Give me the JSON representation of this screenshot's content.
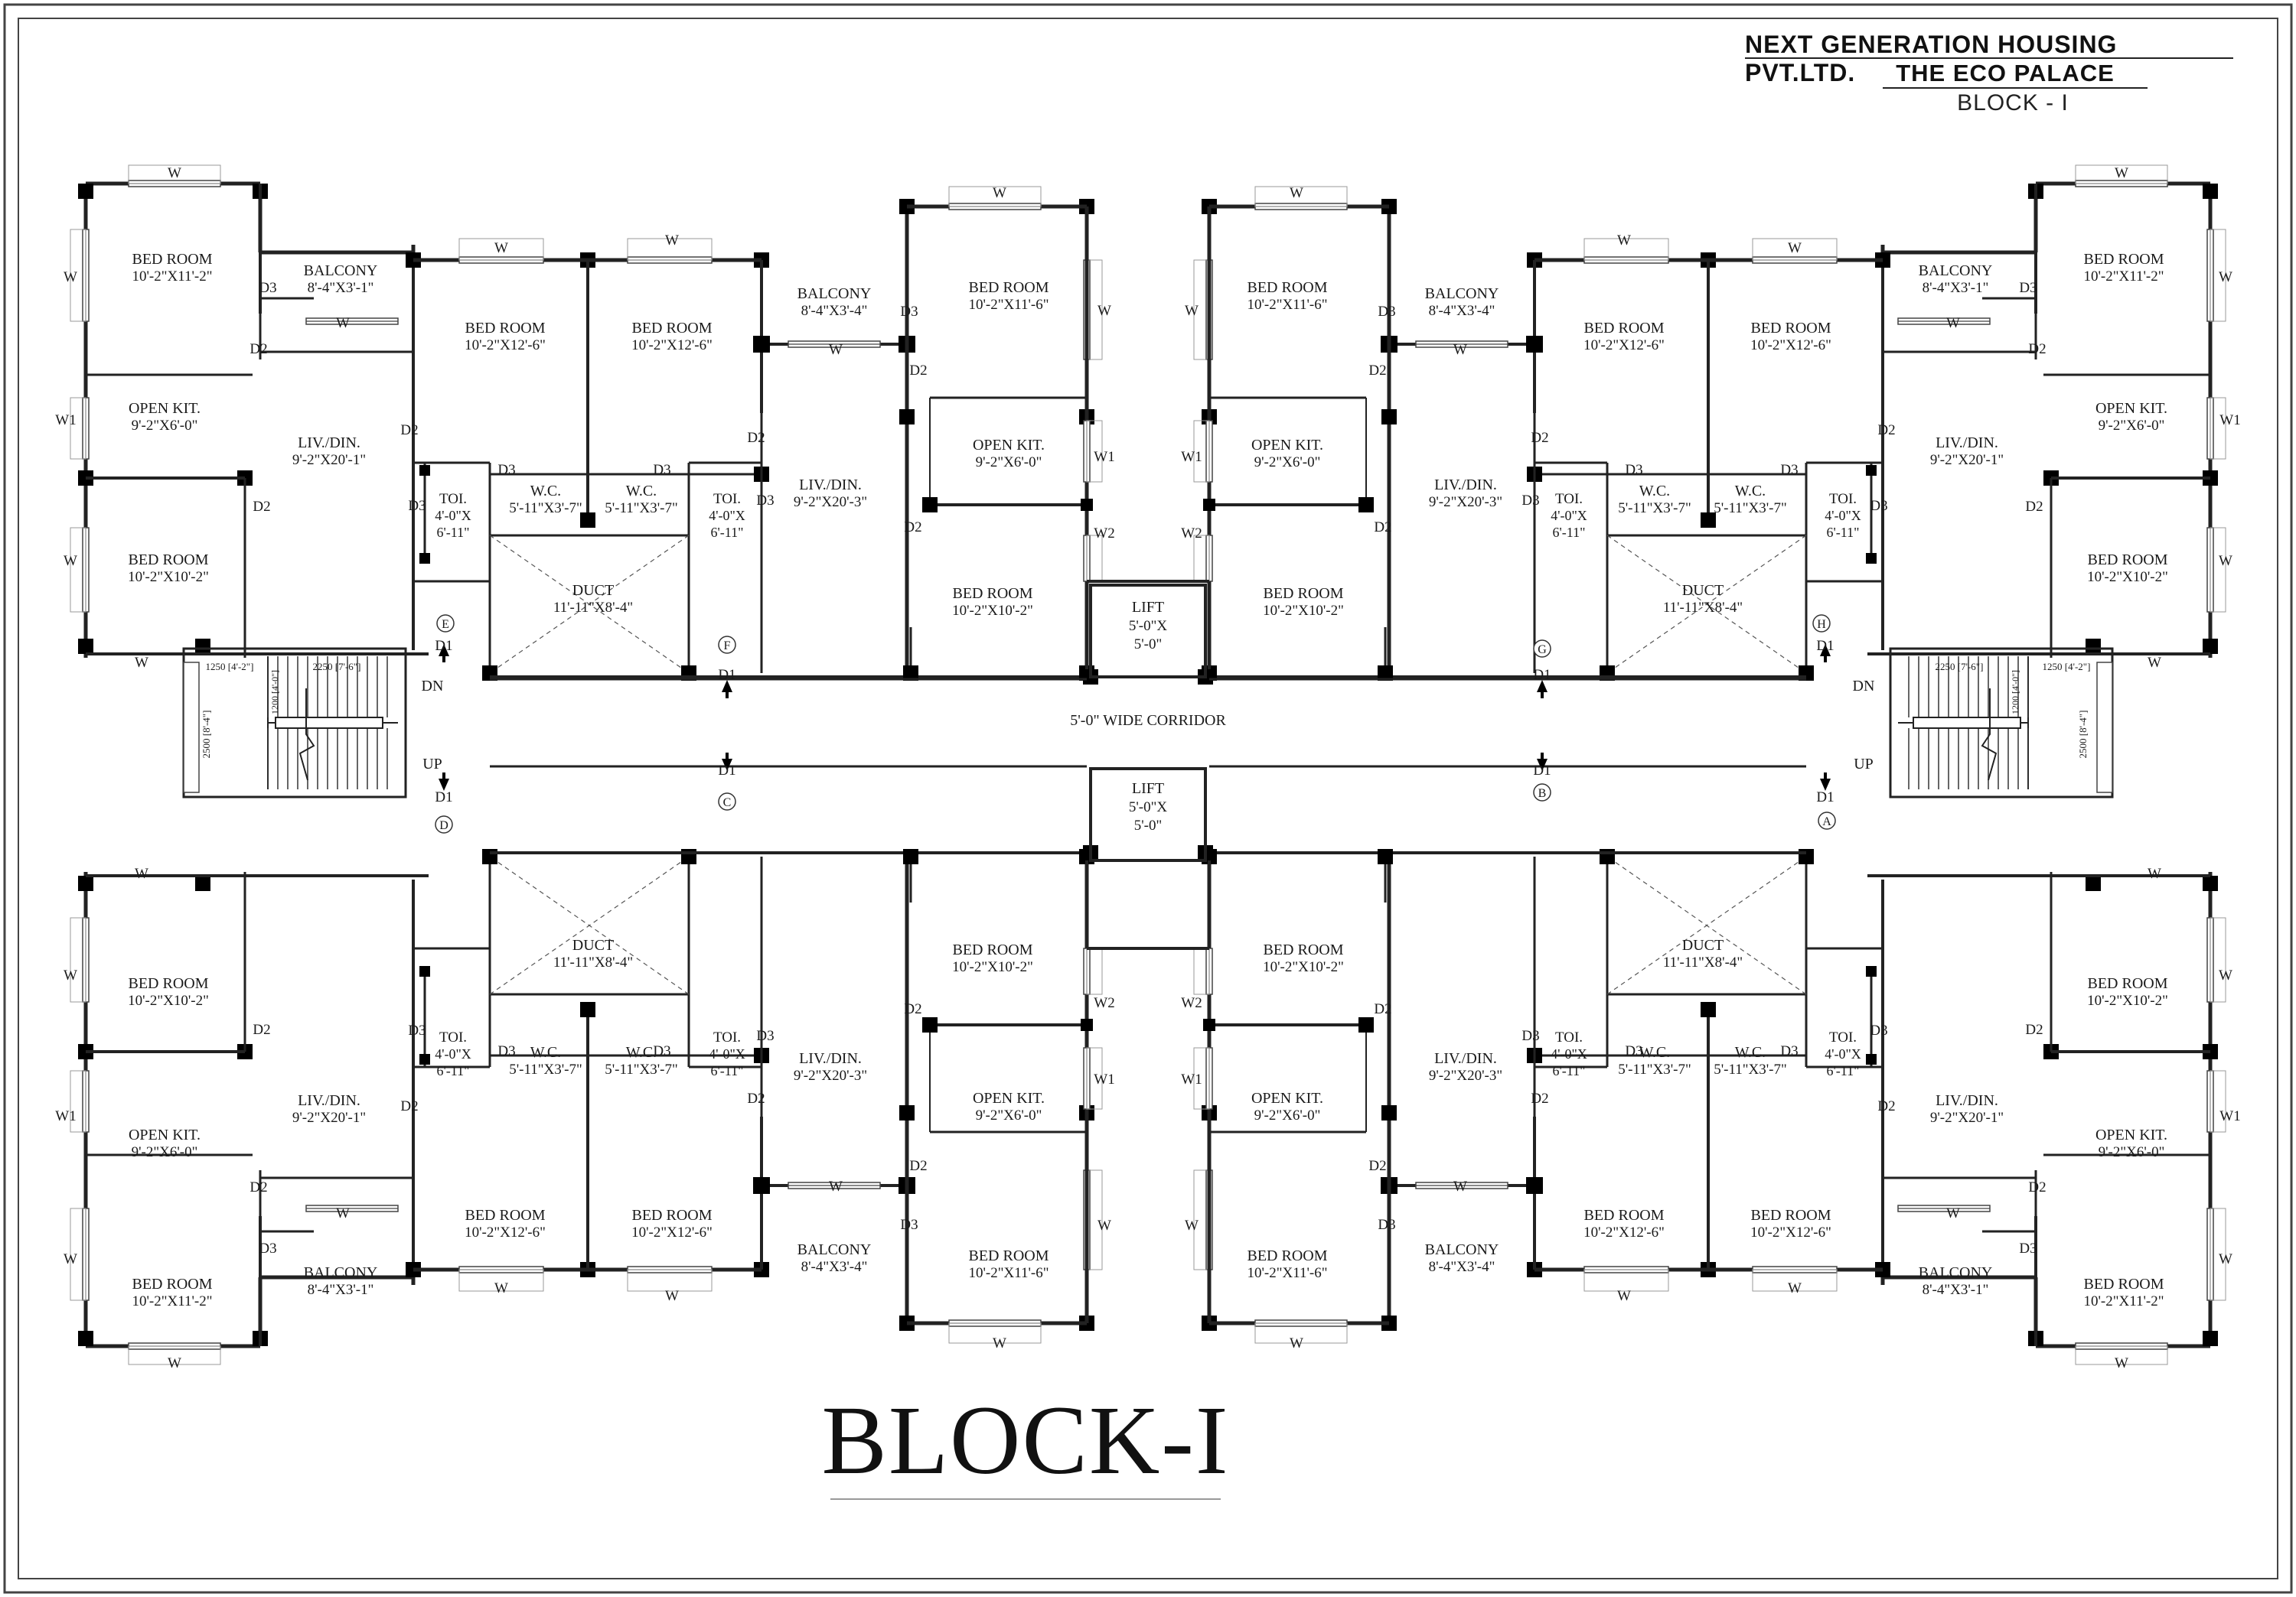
{
  "header": {
    "company": "NEXT GENERATION HOUSING PVT.LTD.",
    "project": "THE ECO PALACE",
    "block": "BLOCK - I"
  },
  "title": "BLOCK-I",
  "corridor": "5'-0\" WIDE CORRIDOR",
  "lift": {
    "name": "LIFT",
    "dim": "5'-0\"X\n5'-0\""
  },
  "stairs": {
    "up": "UP",
    "down": "DN",
    "dim_a": "1250 [4'-2\"]",
    "dim_b": "2250 [7'-6\"]",
    "dim_c": "1200 [4'-0\"]",
    "dim_d": "2500 [8'-4\"]"
  },
  "flat_markers": [
    "A",
    "B",
    "C",
    "D",
    "E",
    "F",
    "G",
    "H"
  ],
  "door_tags": {
    "d1": "D1",
    "d2": "D2",
    "d3": "D3",
    "w": "W",
    "w1": "W1",
    "w2": "W2"
  },
  "rooms": {
    "bed_1": {
      "name": "BED ROOM",
      "dim": "10'-2\"X11'-2\""
    },
    "bed_2": {
      "name": "BED ROOM",
      "dim": "10'-2\"X12'-6\""
    },
    "bed_3": {
      "name": "BED ROOM",
      "dim": "10'-2\"X10'-2\""
    },
    "bed_4": {
      "name": "BED ROOM",
      "dim": "10'-2\"X11'-6\""
    },
    "balcony_1": {
      "name": "BALCONY",
      "dim": "8'-4\"X3'-1\""
    },
    "balcony_2": {
      "name": "BALCONY",
      "dim": "8'-4\"X3'-4\""
    },
    "kit_1": {
      "name": "OPEN KIT.",
      "dim": "9'-2\"X6'-0\""
    },
    "liv_1": {
      "name": "LIV./DIN.",
      "dim": "9'-2\"X20'-1\""
    },
    "liv_2": {
      "name": "LIV./DIN.",
      "dim": "9'-2\"X20'-3\""
    },
    "toi": {
      "name": "TOI.",
      "dim_a": "4'-0\"X",
      "dim_b": "6'-11\""
    },
    "wc": {
      "name": "W.C.",
      "dim": "5'-11\"X3'-7\""
    },
    "duct": {
      "name": "DUCT",
      "dim": "11'-11\"X8'-4\""
    }
  }
}
